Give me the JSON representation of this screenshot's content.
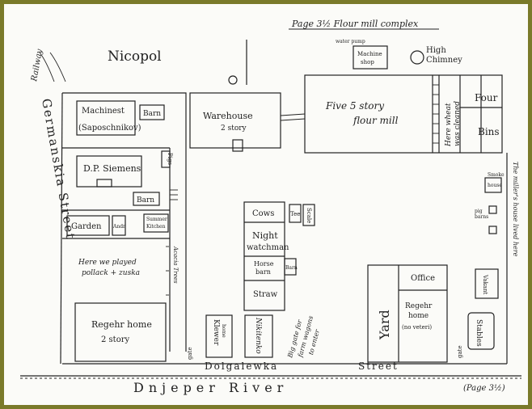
{
  "header": {
    "page_title": "Page 3½  Flour mill complex",
    "footer_page": "(Page 3½)"
  },
  "town": "Nicopol",
  "mill": {
    "water_pump": "water pump",
    "machine_shop": [
      "Machine",
      "shop"
    ],
    "high_chimney": [
      "High",
      "Chimney"
    ],
    "flour_mill": [
      "Five 5 story",
      "flour mill"
    ],
    "wheat_cleaned": [
      "Here wheat",
      "was cleaned"
    ],
    "four_bins": [
      "Four",
      "Bins"
    ],
    "smoke_house": [
      "Smoke",
      "house"
    ],
    "pig_barns": [
      "pig",
      "barns"
    ],
    "millers_house": "The miller's house lived here"
  },
  "buildings": {
    "machinist": [
      "Machinest",
      "(Saposchnikov)"
    ],
    "barn_top": "Barn",
    "warehouse": [
      "Warehouse",
      "2 story"
    ],
    "dp_siemens": "D.P. Siemens",
    "pigs": "Pigs",
    "barn_mid": "Barn",
    "garden": "Garden",
    "summer_kitchen": [
      "Summer",
      "Kitchen"
    ],
    "annex": "Andr",
    "played": [
      "Here we played",
      "pollack + zuska"
    ],
    "acacia": "Acacia Trees",
    "regehr_home_left": [
      "Regehr home",
      "2 story"
    ],
    "cows": "Cows",
    "night_watchman": [
      "Night",
      "watchman"
    ],
    "horse_barn": [
      "Horse",
      "barn"
    ],
    "straw": "Straw",
    "barn_small": "Barn",
    "tee": "Tee",
    "scale": "Scale",
    "klewer": [
      "Klewer",
      "home"
    ],
    "nikitenko": "Nikitenko",
    "big_gate": [
      "Big gate for",
      "farm wagons",
      "to enter"
    ],
    "yard": "Yard",
    "office": "Office",
    "regehr_home_right": [
      "Regehr",
      "home",
      "(no veteri)"
    ],
    "vakant": "Vakant",
    "stables": "Stables",
    "gate_left": "gate",
    "gate_right": "gate"
  },
  "streets": {
    "railway": "Railway",
    "germanskia": "Germanskia Street",
    "dolgalewka": "Dolgalewka",
    "street": "Street",
    "river": "Dnjeper   River"
  }
}
